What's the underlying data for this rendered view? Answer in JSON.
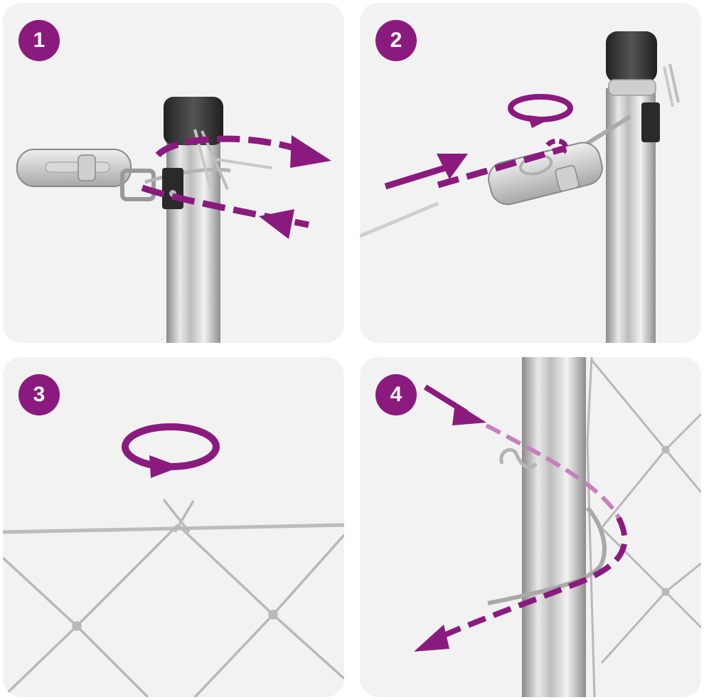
{
  "colors": {
    "accent": "#8b1a7f",
    "panel_bg": "#f2f2f2",
    "steel_light": "#e6e6e6",
    "steel_dark": "#8f8f8f",
    "cap": "#333333"
  },
  "steps": [
    {
      "number": "1"
    },
    {
      "number": "2"
    },
    {
      "number": "3"
    },
    {
      "number": "4"
    }
  ]
}
